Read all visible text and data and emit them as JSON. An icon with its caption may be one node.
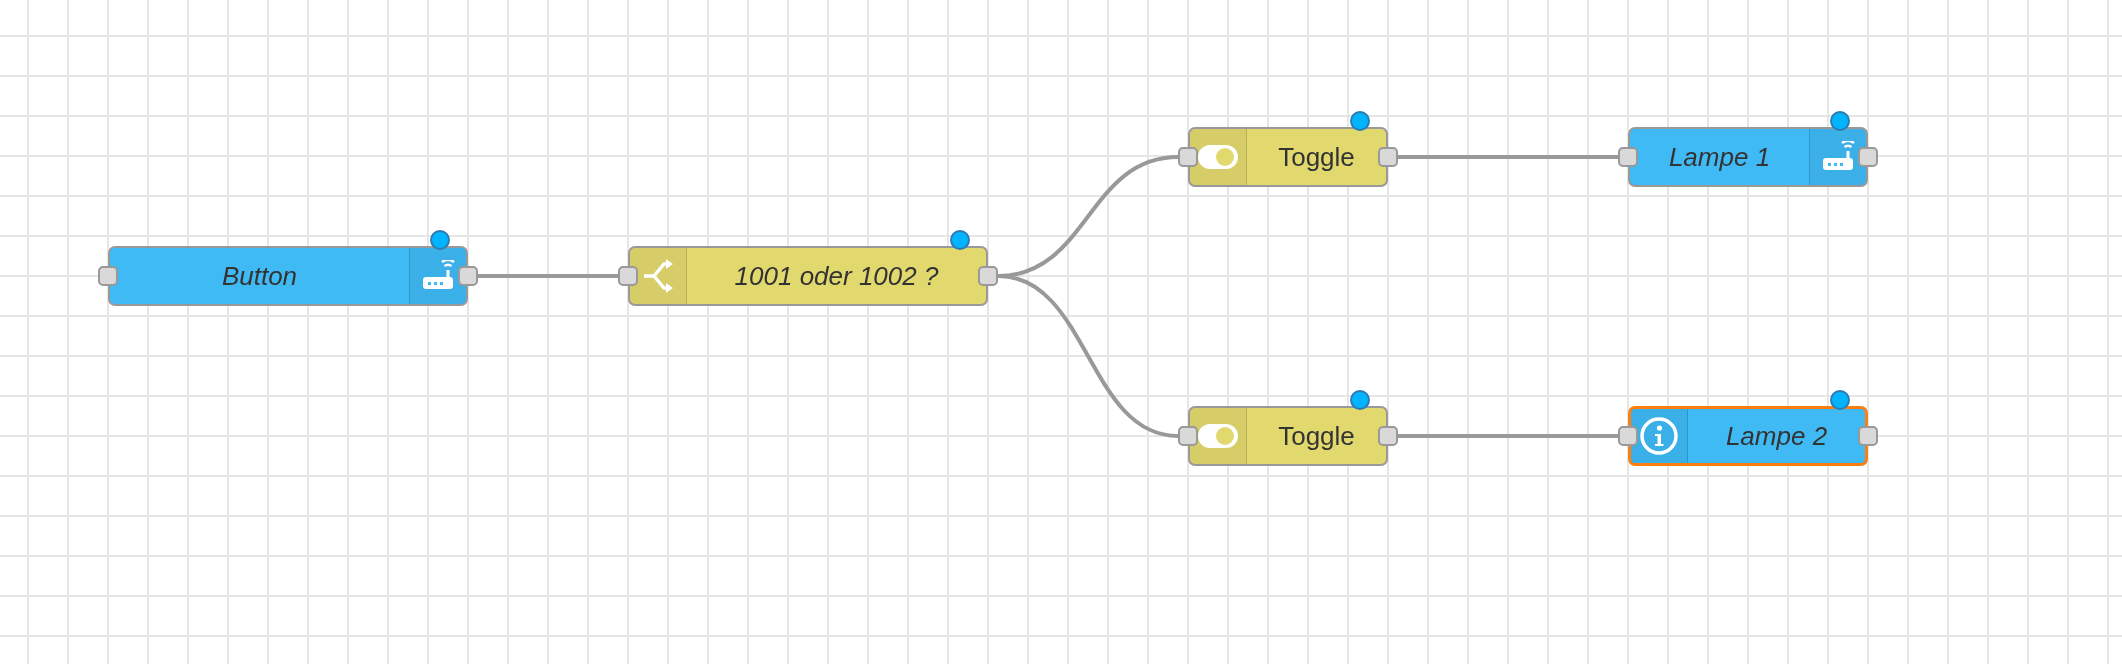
{
  "diagram": {
    "nodes": [
      {
        "text": [
          "Button"
        ]
      },
      {
        "text": [
          "1001 oder 1002 ?"
        ]
      },
      {
        "text": [
          "Toggle"
        ]
      },
      {
        "text": [
          "Lampe 1"
        ]
      },
      {
        "text": [
          "Toggle"
        ]
      },
      {
        "text": [
          "Lampe 2"
        ]
      }
    ],
    "edges": [
      {
        "from": 0,
        "to": 1,
        "arrow": "none"
      },
      {
        "from": 1,
        "to": 2,
        "arrow": "none"
      },
      {
        "from": 1,
        "to": 4,
        "arrow": "none"
      },
      {
        "from": 2,
        "to": 3,
        "arrow": "none"
      },
      {
        "from": 4,
        "to": 5,
        "arrow": "none"
      }
    ]
  }
}
